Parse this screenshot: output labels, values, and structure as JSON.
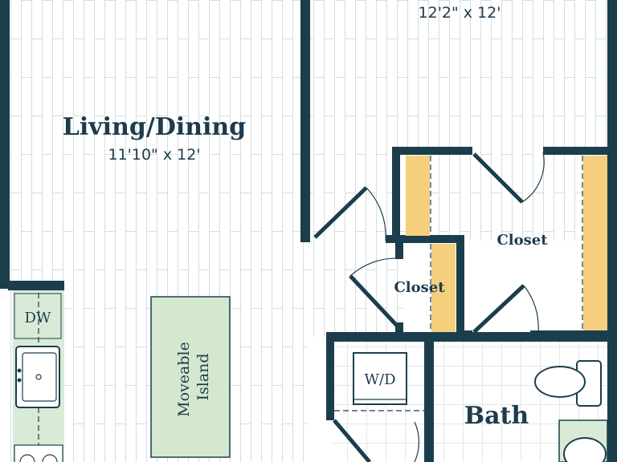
{
  "colors": {
    "wall": "#1b3e4d",
    "floor_plank_line": "#d6dde1",
    "tile_line": "#e2e7ea",
    "closet_shelf": "#f5cf7e",
    "kitchen_counter": "#d9ead7",
    "island": "#d3e8cf",
    "text": "#1d3b4d"
  },
  "rooms": {
    "bedroom_dim": "12'2\" x 12'",
    "living": {
      "name": "Living/Dining",
      "dim": "11'10\" x 12'"
    },
    "closet_large": "Closet",
    "closet_small": "Closet",
    "bath": "Bath"
  },
  "fixtures": {
    "dishwasher": "DW",
    "island": "Moveable Island",
    "washer_dryer": "W/D"
  }
}
